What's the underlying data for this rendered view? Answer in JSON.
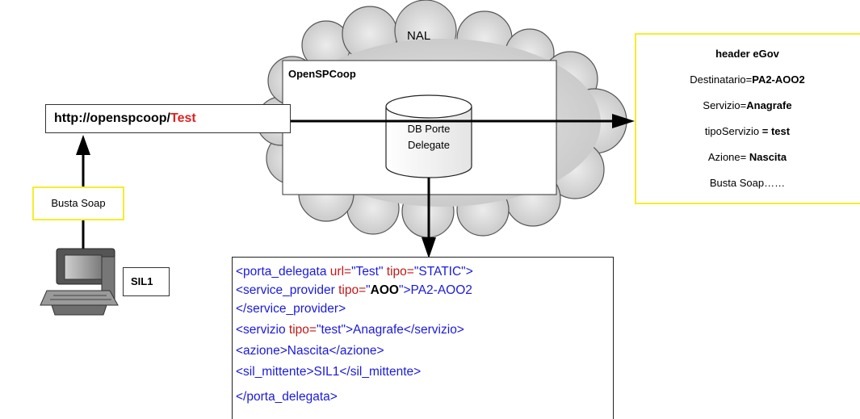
{
  "nal_label": "NAL",
  "openspcoop_label": "OpenSPCoop",
  "url": {
    "prefix": "http://openspcoop/",
    "highlight": "Test"
  },
  "busta_soap_label": "Busta Soap",
  "sil_label": "SIL1",
  "db": {
    "line1": "DB Porte",
    "line2": "Delegate"
  },
  "header_egov": {
    "title": "header eGov",
    "destinatario_key": "Destinatario=",
    "destinatario_val": "PA2-AOO2",
    "servizio_key": "Servizio=",
    "servizio_val": "Anagrafe",
    "tipo_servizio_key": "tipoServizio ",
    "tipo_servizio_val": "= test",
    "azione_key": "Azione= ",
    "azione_val": "Nascita",
    "busta": "Busta Soap……"
  },
  "xml": {
    "l1_open": "<porta_delegata ",
    "l1_attr1": "url=",
    "l1_val1": "\"Test\"",
    "l1_attr2": " tipo=",
    "l1_val2": "\"STATIC\"",
    "l1_close": ">",
    "l2_open": "<service_provider ",
    "l2_attr": "tipo=",
    "l2_q1": "\"",
    "l2_bold": "AOO",
    "l2_q2": "\"",
    "l2_close": ">PA2-AOO2",
    "l3": "</service_provider>",
    "l4_open": "<servizio ",
    "l4_attr": "tipo=",
    "l4_val": "\"test\"",
    "l4_rest": ">Anagrafe</servizio>",
    "l5": "<azione>Nascita</azione>",
    "l6": "<sil_mittente>SIL1</sil_mittente>",
    "l7": "</porta_delegata>"
  },
  "colors": {
    "highlight": "#e02020",
    "yellow_border": "#f2ee2e",
    "xml_tag": "#1a1adc",
    "xml_attr": "#c01818"
  }
}
